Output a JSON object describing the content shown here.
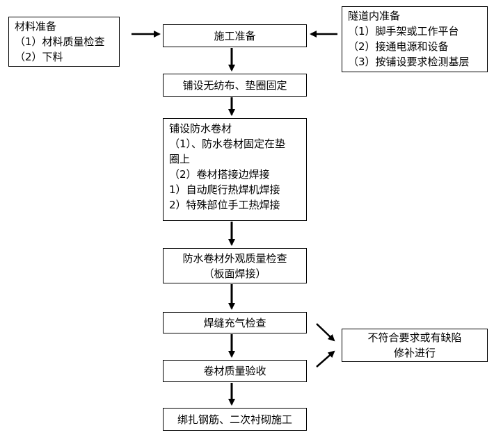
{
  "material_prep": {
    "title": "材料准备",
    "items": [
      "（1）材料质量检查",
      "（2）下料"
    ]
  },
  "tunnel_prep": {
    "title": "隧道内准备",
    "items": [
      "（1）脚手架或工作平台",
      "（2）接通电源和设备",
      "（3）按铺设要求检测基层"
    ]
  },
  "steps": {
    "construction_prep": "施工准备",
    "lay_geotextile": "铺设无纺布、垫圈固定",
    "lay_membrane": {
      "title": "铺设防水卷材",
      "lines": [
        "（1）、防水卷材固定在垫",
        "圈上",
        "（2）卷材搭接边焊接",
        "1）自动爬行热焊机焊接",
        "2）特殊部位手工热焊接"
      ]
    },
    "appearance_check": [
      "防水卷材外观质量检查",
      "（板面焊接）"
    ],
    "weld_inflation_check": "焊缝充气检查",
    "acceptance": "卷材质量验收",
    "rebar_lining": "绑扎钢筋、二次衬砌施工"
  },
  "defect_repair": [
    "不符合要求或有缺陷",
    "修补进行"
  ]
}
